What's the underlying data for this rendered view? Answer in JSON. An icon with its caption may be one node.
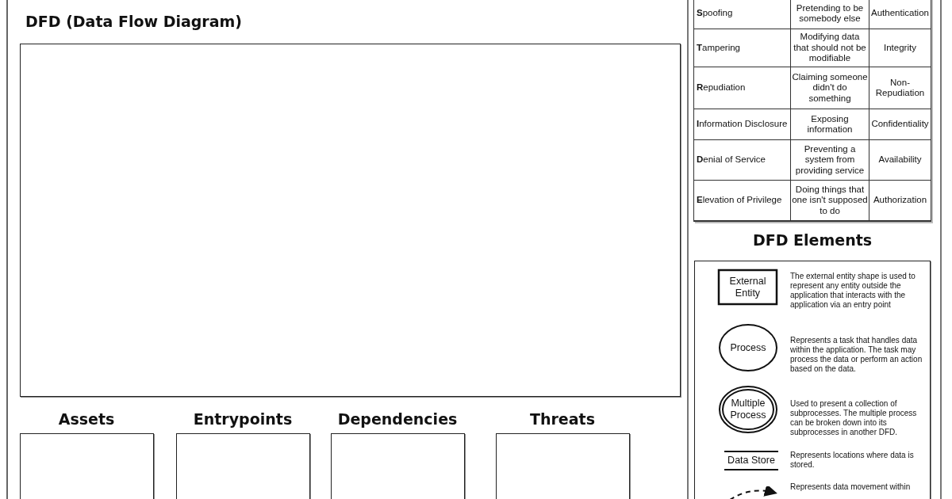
{
  "diagram": {
    "nodes": [
      {
        "text": [
          "DFD (Data Flow Diagram)"
        ]
      },
      {
        "text": [
          "Assets"
        ]
      },
      {
        "text": [
          "Entrypoints"
        ]
      },
      {
        "text": [
          "Dependencies"
        ]
      },
      {
        "text": [
          "Threats"
        ]
      },
      {
        "text": [
          "DFD Elements"
        ]
      },
      {
        "text": [
          "External Entity"
        ],
        "in": 5,
        "beside": [
          "The external entity shape is used to represent any entity outside the application that interacts with the application via an entry point"
        ]
      },
      {
        "text": [
          "Process"
        ],
        "in": 5,
        "beside": [
          "Represents a task that handles data within the application. The task may process the data or perform an action based on the data."
        ]
      },
      {
        "text": [
          "Multiple Process"
        ],
        "in": 5,
        "beside": [
          "Used to present a collection of subprocesses. The multiple process can be broken down into its subprocesses in another DFD."
        ]
      },
      {
        "text": [
          "Data Store"
        ],
        "in": 5,
        "beside": [
          "Represents locations where data is stored."
        ]
      }
    ],
    "edges": [],
    "labels": [
      "**S**poofing",
      "Pretending to be somebody else",
      "Authentication",
      "**T**ampering",
      "Modifying data that should not be modifiable",
      "Integrity",
      "**R**epudiation",
      "Claiming someone didn't do something",
      "Non-Repudiation",
      "**I**nformation Disclosure",
      "Exposing information",
      "Confidentiality",
      "**D**enial of Service",
      "Preventing a system from providing service",
      "Availability",
      "**E**levation of Privilege",
      "Doing things that one isn't supposed to do",
      "Authorization",
      "Represents data movement within"
    ]
  }
}
